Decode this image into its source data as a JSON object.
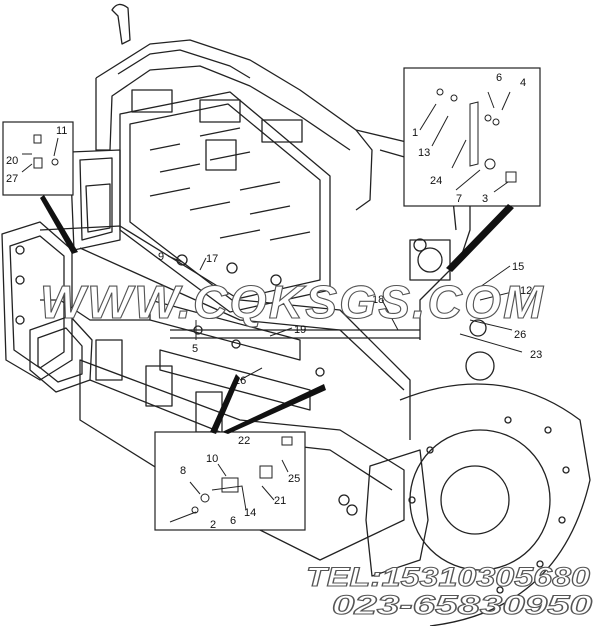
{
  "diagram": {
    "detail_top_left_labels": [
      "11",
      "20",
      "27"
    ],
    "detail_top_right_labels": [
      "6",
      "4",
      "1",
      "13",
      "24",
      "7",
      "3"
    ],
    "main_labels": [
      "9",
      "17",
      "5",
      "18",
      "15",
      "12",
      "26",
      "23",
      "19",
      "16"
    ],
    "detail_bottom_labels": [
      "22",
      "10",
      "8",
      "25",
      "21",
      "14",
      "6",
      "2"
    ]
  },
  "watermark": {
    "site": "WWW.CQKSGS.COM",
    "tel": "TEL:15310305680",
    "phone": "023-65830950"
  },
  "colors": {
    "line": "#222222",
    "background": "#ffffff",
    "watermark_outline": "#555555"
  }
}
